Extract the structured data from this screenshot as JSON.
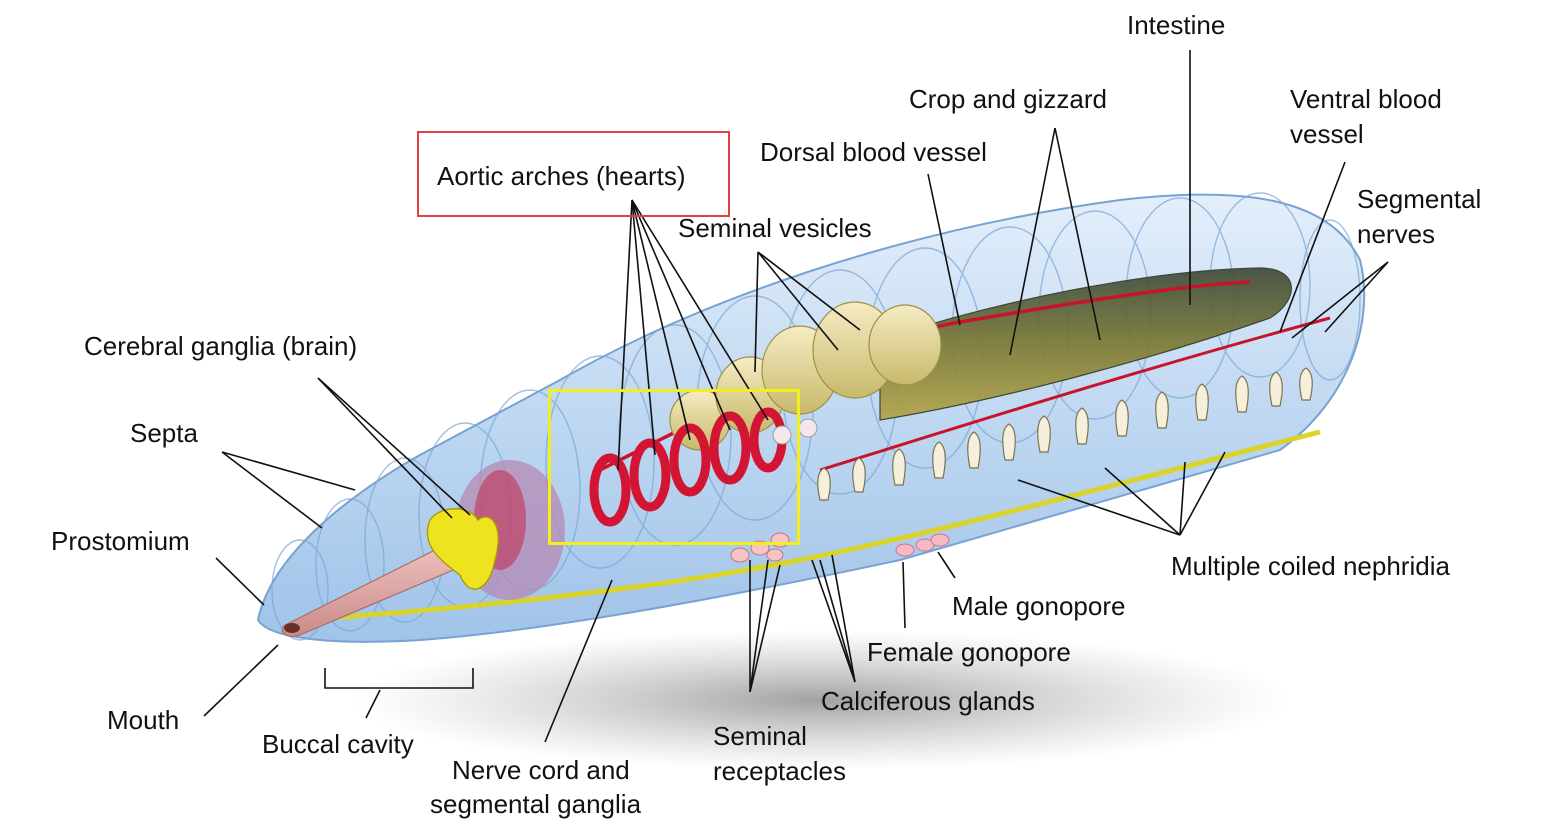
{
  "labels": {
    "intestine": "Intestine",
    "crop_and_gizzard": "Crop and gizzard",
    "ventral_blood_vessel_line1": "Ventral blood",
    "ventral_blood_vessel_line2": "vessel",
    "dorsal_blood_vessel": "Dorsal blood vessel",
    "aortic_arches": "Aortic arches (hearts)",
    "segmental_nerves_line1": "Segmental",
    "segmental_nerves_line2": "nerves",
    "seminal_vesicles": "Seminal vesicles",
    "cerebral_ganglia": "Cerebral ganglia (brain)",
    "septa": "Septa",
    "prostomium": "Prostomium",
    "multiple_coiled_nephridia": "Multiple coiled nephridia",
    "male_gonopore": "Male gonopore",
    "female_gonopore": "Female gonopore",
    "calciferous_glands": "Calciferous glands",
    "mouth": "Mouth",
    "buccal_cavity": "Buccal cavity",
    "seminal_receptacles_line1": "Seminal",
    "seminal_receptacles_line2": "receptacles",
    "nerve_cord_line1": "Nerve cord and",
    "nerve_cord_line2": "segmental ganglia"
  },
  "highlights": {
    "red_box_color": "#e2403f",
    "yellow_box_color": "#f4ee1c"
  },
  "colors": {
    "body_blue": "#a9cdf0",
    "nerve_yellow": "#d9d32a",
    "blood_red": "#c8142a",
    "vesicle_cream": "#e8dca0",
    "gut_olive": "#6b6a2e"
  }
}
